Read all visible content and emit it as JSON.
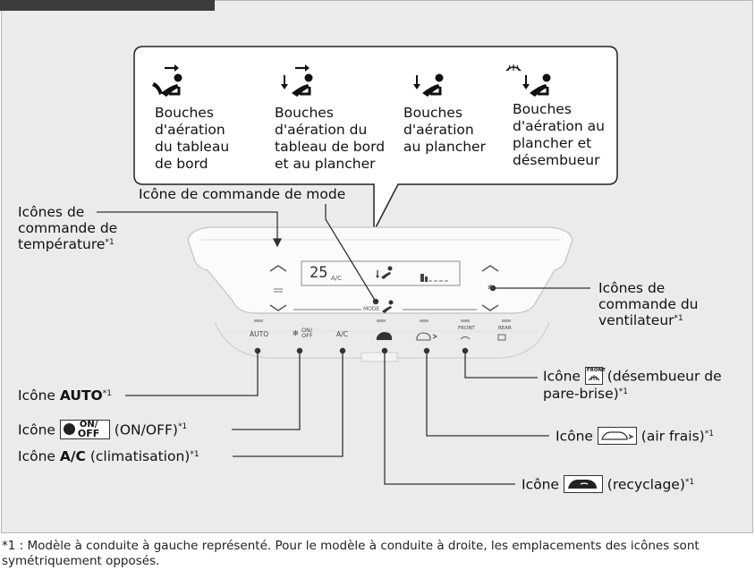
{
  "vent_modes": [
    {
      "icon": "dash-vent-icon",
      "label_lines": [
        "Bouches",
        "d'aération",
        "du tableau",
        "de bord"
      ]
    },
    {
      "icon": "dash-floor-vent-icon",
      "label_lines": [
        "Bouches",
        "d'aération du",
        "tableau de bord",
        "et au plancher"
      ]
    },
    {
      "icon": "floor-vent-icon",
      "label_lines": [
        "Bouches",
        "d'aération",
        "au plancher"
      ]
    },
    {
      "icon": "floor-defrost-vent-icon",
      "label_lines": [
        "Bouches",
        "d'aération au",
        "plancher et",
        "désembueur"
      ]
    }
  ],
  "callouts": {
    "mode": "Icône de commande de mode",
    "temp": [
      "Icônes de",
      "commande de",
      "température"
    ],
    "fan": [
      "Icônes de",
      "commande du",
      "ventilateur"
    ],
    "auto_prefix": "Icône ",
    "auto_name": "AUTO",
    "onoff_prefix": "Icône ",
    "onoff_suffix": " (ON/OFF)",
    "ac_prefix": "Icône ",
    "ac_name": "A/C",
    "ac_suffix": " (climatisation)",
    "defrost_prefix": "Icône ",
    "defrost_suffix_1": " (désembueur de",
    "defrost_suffix_2": "pare-brise)",
    "fresh_prefix": "Icône ",
    "fresh_suffix": " (air frais)",
    "recirc_prefix": "Icône ",
    "recirc_suffix": " (recyclage)",
    "note_mark": "*1"
  },
  "panel": {
    "temp_display": "25",
    "ac_small": "A/C",
    "mode_small": "MODE",
    "buttons": {
      "auto": "AUTO",
      "onoff_top": "ON/",
      "onoff_bottom": "OFF",
      "ac": "A/C",
      "front_top": "FRONT",
      "rear_top": "REAR"
    },
    "chevron_up": "^",
    "chevron_down": "v"
  },
  "footnote": {
    "text": "*1 : Modèle à conduite à gauche représenté. Pour le modèle à conduite à droite, les emplacements des icônes sont symétriquement opposés."
  }
}
